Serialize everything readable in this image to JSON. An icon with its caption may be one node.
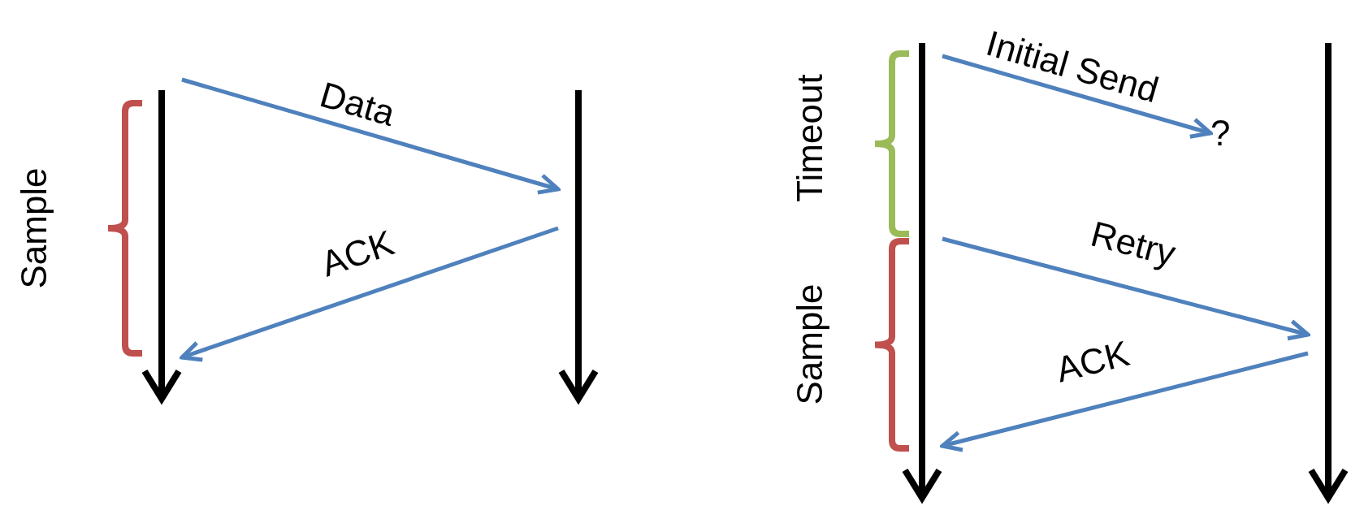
{
  "diagram": {
    "nodes": [
      {
        "text": [],
        "shape": "arrow"
      },
      {
        "text": [],
        "shape": "arrow"
      },
      {
        "text": [],
        "shape": "arrow"
      },
      {
        "text": [
          "?"
        ]
      },
      {
        "text": [],
        "shape": "arrow"
      }
    ],
    "edges": [
      {
        "from": 0,
        "to": 1,
        "arrow": "to",
        "label": "Data"
      },
      {
        "from": 1,
        "to": 0,
        "arrow": "to",
        "label": "ACK"
      },
      {
        "from": 2,
        "to": 3,
        "arrow": "to",
        "label": "Initial Send"
      },
      {
        "from": 2,
        "to": 4,
        "arrow": "to",
        "label": "Retry"
      },
      {
        "from": 4,
        "to": 2,
        "arrow": "to",
        "label": "ACK"
      }
    ],
    "labels": [
      "Sample",
      "Timeout",
      "Sample"
    ]
  }
}
